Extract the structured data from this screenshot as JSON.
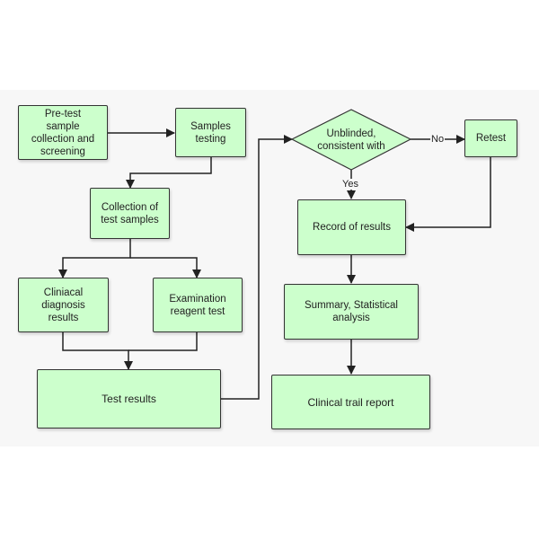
{
  "diagram": {
    "colors": {
      "node_fill": "#ccffcc",
      "node_border": "#333333",
      "edge": "#222222",
      "background": "#f7f7f7"
    },
    "nodes": {
      "pretest": "Pre-test\nsample\ncollection and\nscreening",
      "samples_testing": "Samples\ntesting",
      "collection": "Collection of\ntest samples",
      "clinical": "Cliniacal\ndiagnosis\nresults",
      "examination": "Examination\nreagent test",
      "test_results": "Test results",
      "decision": "Unblinded,\nconsistent with",
      "retest": "Retest",
      "record": "Record of results",
      "summary": "Summary, Statistical\nanalysis",
      "report": "Clinical trail report"
    },
    "edge_labels": {
      "no": "No",
      "yes": "Yes"
    }
  }
}
